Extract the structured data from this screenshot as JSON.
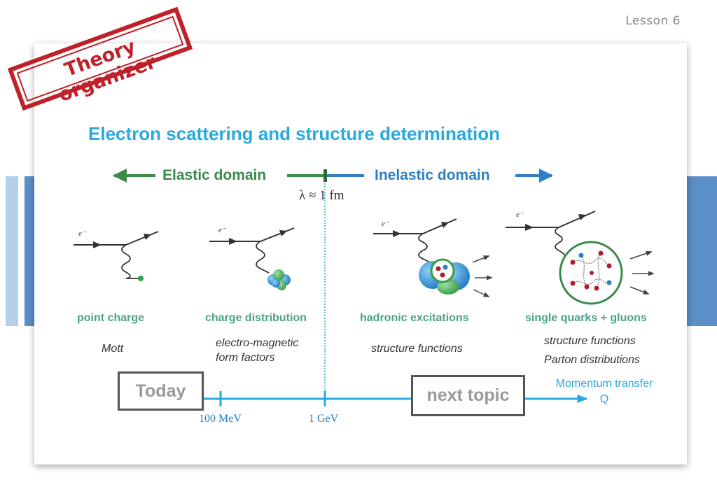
{
  "lesson_label": "Lesson 6",
  "stamp_text": "Theory organizer",
  "title": "Electron scattering and structure determination",
  "domains": {
    "elastic": "Elastic domain",
    "inelastic": "Inelastic domain"
  },
  "wavelength_label": "λ ≈ 1 fm",
  "electron_symbol": "e⁻",
  "regimes": [
    {
      "caption": "point charge",
      "description_lines": [
        "Mott"
      ]
    },
    {
      "caption": "charge distribution",
      "description_lines": [
        "electro-magnetic",
        "form factors"
      ]
    },
    {
      "caption": "hadronic excitations",
      "description_lines": [
        "structure functions"
      ]
    },
    {
      "caption": "single quarks + gluons",
      "description_lines": [
        "structure functions",
        "Parton distributions"
      ]
    }
  ],
  "axis": {
    "ticks": [
      "100 MeV",
      "1 GeV"
    ],
    "label_line1": "Momentum transfer",
    "label_line2": "Q"
  },
  "boxes": {
    "today": "Today",
    "next": "next topic"
  },
  "colors": {
    "title": "#28a9df",
    "elastic": "#3a8a4a",
    "inelastic": "#2f7fc4",
    "caption": "#4aa38a",
    "stamp": "#c0202a",
    "axis": "#28a9df"
  }
}
